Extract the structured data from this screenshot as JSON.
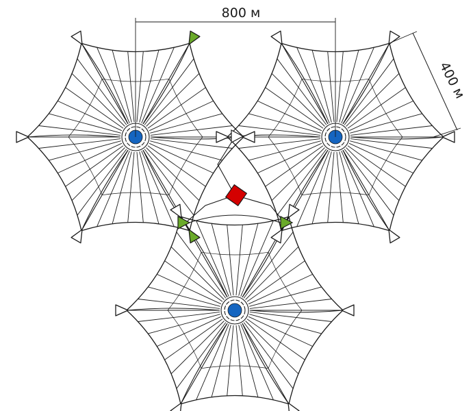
{
  "dimensions": {
    "horizontal_label": "800 м",
    "diagonal_label": "400 м"
  },
  "panels": [
    {
      "id": "top-left",
      "outer_green_vertices": [
        "top-right",
        "bottom-right"
      ]
    },
    {
      "id": "top-right",
      "outer_green_vertices": []
    },
    {
      "id": "bottom",
      "outer_green_vertices": []
    }
  ],
  "colors": {
    "line": "#1a1a1a",
    "center_marker": "#1565c0",
    "green_marker": "#6aaa2a",
    "central_unit": "#d40000"
  },
  "icons": {
    "center": "blue-circle-icon",
    "vertex": "triangle-marker-icon",
    "central": "red-square-icon"
  }
}
